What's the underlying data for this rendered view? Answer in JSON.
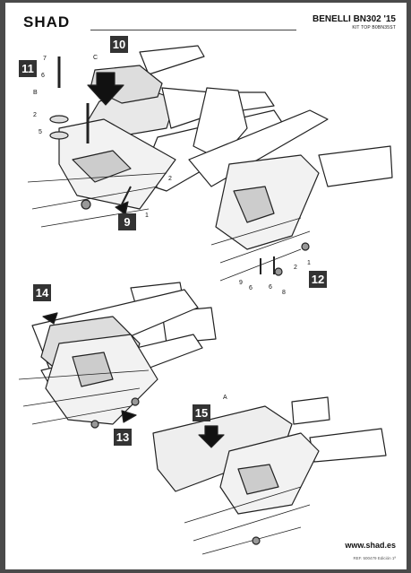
{
  "header": {
    "logo": "SHAD",
    "title": "BENELLI BN302 '15",
    "kit": "KIT TOP B0BN35ST"
  },
  "steps": {
    "s9": "9",
    "s10": "10",
    "s11": "11",
    "s12": "12",
    "s13": "13",
    "s14": "14",
    "s15": "15"
  },
  "labels": {
    "seven": "7",
    "six": "6",
    "b": "B",
    "two": "2",
    "five": "5",
    "c": "C",
    "two_b": "2",
    "one": "1",
    "one_c": "1",
    "two_c": "2",
    "nine_c": "9",
    "six_c": "6",
    "six_d": "6",
    "eight_c": "8",
    "a": "A"
  },
  "footer": {
    "url": "www.shad.es",
    "ref": "REF. 500479 Edición 1ª"
  },
  "colors": {
    "frame": "#4a4a4a",
    "paper": "#ffffff",
    "ink": "#111111",
    "step_bg": "#333333"
  }
}
